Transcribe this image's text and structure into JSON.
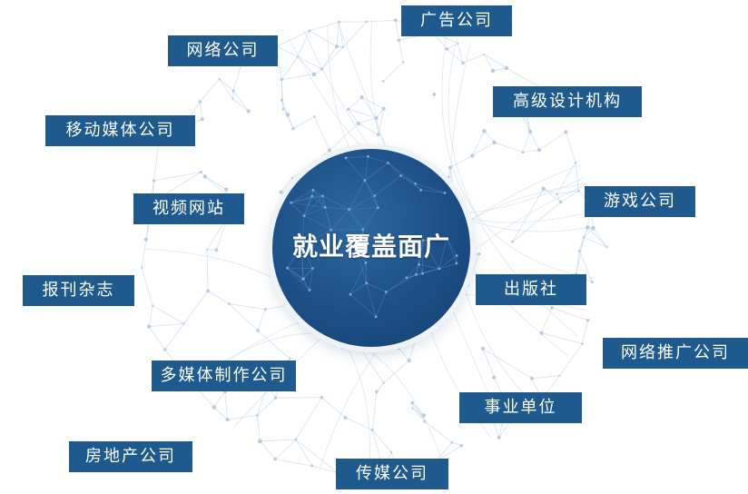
{
  "center": {
    "label": "就业覆盖面广"
  },
  "colors": {
    "tag_bg": "#1f5a8e",
    "tag_text": "#ffffff",
    "network_line": "#c9d7e6",
    "center_fill": "#1c4f86"
  },
  "tags": {
    "ad_company": "广告公司",
    "web_company": "网络公司",
    "design_agency": "高级设计机构",
    "mobile_media": "移动媒体公司",
    "game_company": "游戏公司",
    "video_site": "视频网站",
    "publisher": "出版社",
    "magazines": "报刊杂志",
    "web_promo": "网络推广公司",
    "multimedia": "多媒体制作公司",
    "public_institution": "事业单位",
    "real_estate": "房地产公司",
    "media_company": "传媒公司"
  }
}
